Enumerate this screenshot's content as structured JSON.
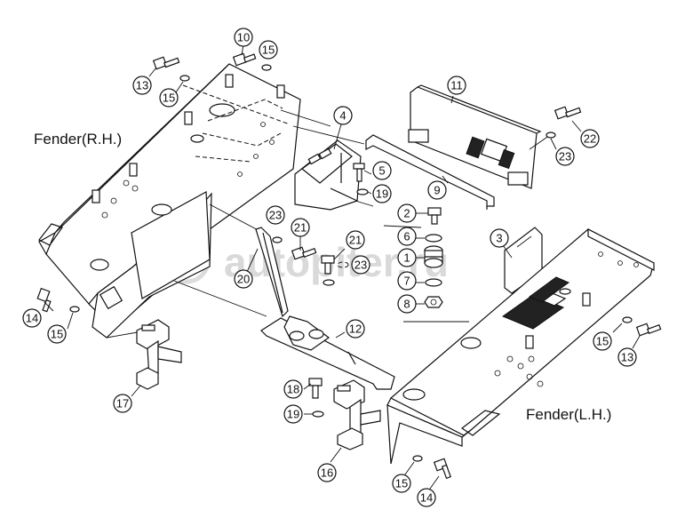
{
  "headings": {
    "fender_rh": "Fender(R.H.)",
    "fender_lh": "Fender(L.H.)"
  },
  "watermark": "autopiter.ru",
  "callouts": [
    {
      "id": "c10a",
      "label": "10"
    },
    {
      "id": "c15a",
      "label": "15"
    },
    {
      "id": "c13a",
      "label": "13"
    },
    {
      "id": "c15b",
      "label": "15"
    },
    {
      "id": "c11",
      "label": "11"
    },
    {
      "id": "c22",
      "label": "22"
    },
    {
      "id": "c23a",
      "label": "23"
    },
    {
      "id": "c4",
      "label": "4"
    },
    {
      "id": "c5",
      "label": "5"
    },
    {
      "id": "c19a",
      "label": "19"
    },
    {
      "id": "c9",
      "label": "9"
    },
    {
      "id": "c2",
      "label": "2"
    },
    {
      "id": "c6",
      "label": "6"
    },
    {
      "id": "c1",
      "label": "1"
    },
    {
      "id": "c7",
      "label": "7"
    },
    {
      "id": "c8",
      "label": "8"
    },
    {
      "id": "c3",
      "label": "3"
    },
    {
      "id": "c23b",
      "label": "23"
    },
    {
      "id": "c21a",
      "label": "21"
    },
    {
      "id": "c21b",
      "label": "21"
    },
    {
      "id": "c23c",
      "label": "23"
    },
    {
      "id": "c20",
      "label": "20"
    },
    {
      "id": "c12",
      "label": "12"
    },
    {
      "id": "c14a",
      "label": "14"
    },
    {
      "id": "c15c",
      "label": "15"
    },
    {
      "id": "c17",
      "label": "17"
    },
    {
      "id": "c18",
      "label": "18"
    },
    {
      "id": "c19b",
      "label": "19"
    },
    {
      "id": "c16",
      "label": "16"
    },
    {
      "id": "c15d",
      "label": "15"
    },
    {
      "id": "c13b",
      "label": "13"
    },
    {
      "id": "c15e",
      "label": "15"
    },
    {
      "id": "c14b",
      "label": "14"
    }
  ]
}
